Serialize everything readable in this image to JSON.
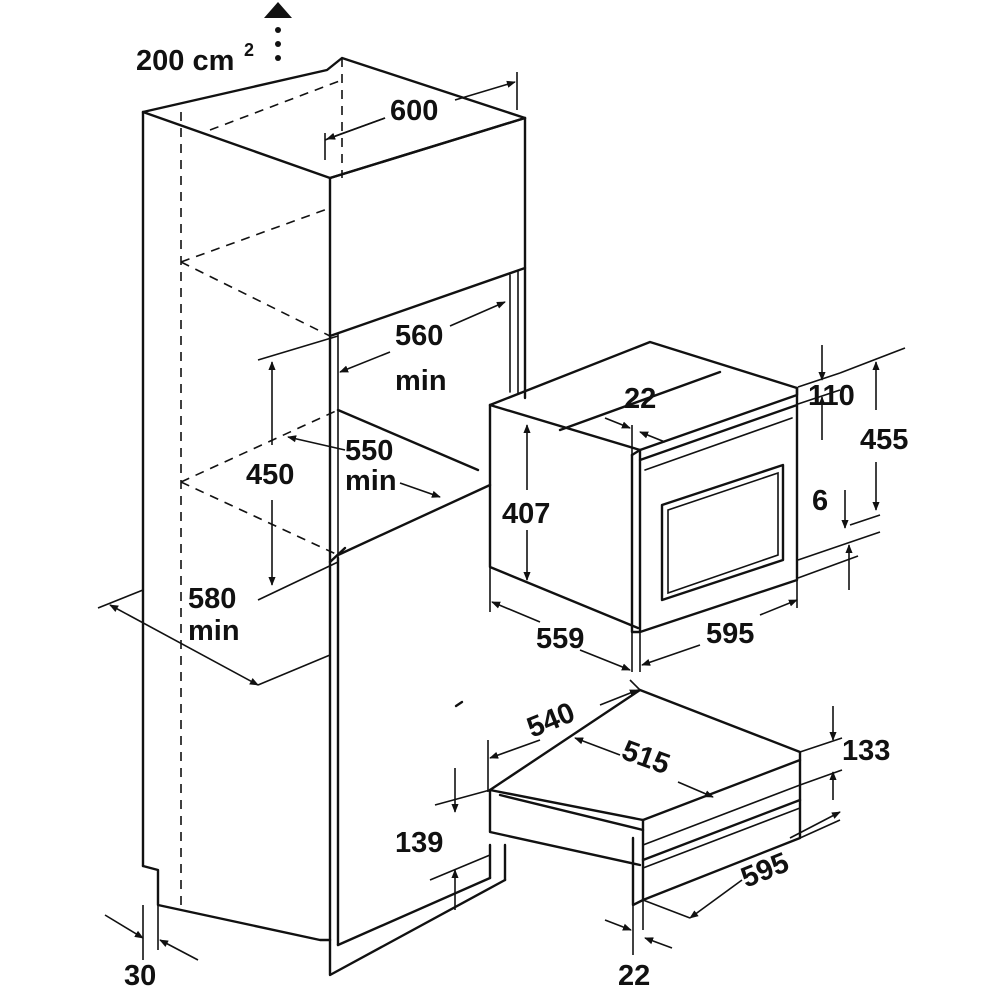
{
  "labels": {
    "vent_area": "200 cm",
    "vent_area_sup": "2",
    "width_600": "600",
    "niche_width_560": "560",
    "niche_width_min": "min",
    "niche_depth_550": "550",
    "niche_depth_min": "min",
    "niche_height_450": "450",
    "cabinet_depth_580": "580",
    "cabinet_depth_min": "min",
    "plinth_30": "30",
    "oven_22_top": "22",
    "oven_110": "110",
    "oven_455": "455",
    "oven_407": "407",
    "oven_6": "6",
    "oven_559": "559",
    "oven_595": "595",
    "drawer_540": "540",
    "drawer_515": "515",
    "drawer_133": "133",
    "drawer_139": "139",
    "drawer_595": "595",
    "drawer_22": "22"
  },
  "colors": {
    "line": "#111111",
    "background": "#ffffff"
  }
}
